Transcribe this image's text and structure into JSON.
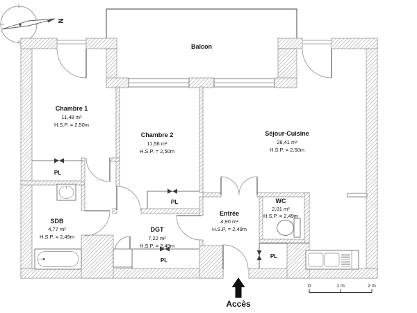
{
  "compass": {
    "north": "N"
  },
  "balcony": {
    "label": "Balcon"
  },
  "rooms": {
    "chambre1": {
      "name": "Chambre 1",
      "area": "11,48 m²",
      "ceiling": "H.S.P. = 2,50m"
    },
    "chambre2": {
      "name": "Chambre 2",
      "area": "11,56 m²",
      "ceiling": "H.S.P. = 2,50m"
    },
    "sejour": {
      "name": "Séjour-Cuisine",
      "area": "28,41 m²",
      "ceiling": "H.S.P. = 2,50m"
    },
    "sdb": {
      "name": "SDB",
      "area": "4,77 m²",
      "ceiling": "H.S.P. = 2,49m"
    },
    "dgt": {
      "name": "DGT",
      "area": "7,22 m²",
      "ceiling": "H.S.P. = 2,49m"
    },
    "entree": {
      "name": "Entrée",
      "area": "4,90 m²",
      "ceiling": "H.S.P. = 2,49m"
    },
    "wc": {
      "name": "WC",
      "area": "2,01 m²",
      "ceiling": "H.S.P. = 2,49m"
    }
  },
  "closet_label": "PL",
  "access": {
    "label": "Accès"
  },
  "scale_bar": {
    "ticks": [
      "0",
      "1 m",
      "2 m"
    ]
  },
  "colors": {
    "wall_hatch": "#ababab",
    "wall_outline": "#8c8c8c",
    "text": "#151515",
    "arrow": "#111111"
  }
}
